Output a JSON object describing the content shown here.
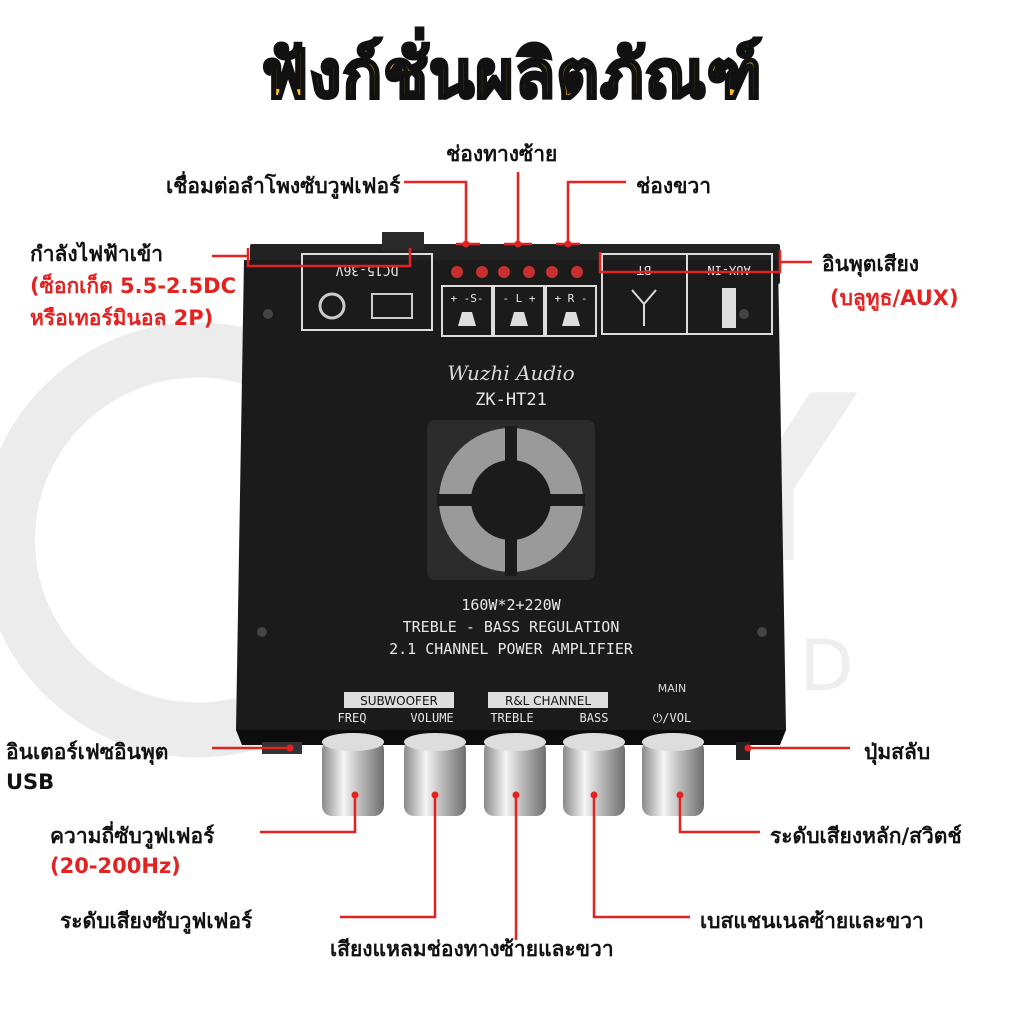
{
  "title": "ฟังก์ชั่นผลิตภัณฑ์",
  "watermark": {
    "brand": "SKY",
    "sub": "SOUND"
  },
  "callouts": {
    "subwoofer_out": "เชื่อมต่อลำโพงซับวูฟเฟอร์",
    "left_channel": "ช่องทางซ้าย",
    "right_channel": "ช่องขวา",
    "power_in": "กำลังไฟฟ้าเข้า",
    "power_in_detail_1": "(ซ็อกเก็ต 5.5-2.5DC",
    "power_in_detail_2": "หรือเทอร์มินอล 2P)",
    "audio_in": "อินพุตเสียง",
    "audio_in_detail": "(บลูทูธ/AUX)",
    "usb_1": "อินเตอร์เฟซอินพุต",
    "usb_2": "USB",
    "toggle": "ปุ่มสลับ",
    "sub_freq": "ความถี่ซับวูฟเฟอร์",
    "sub_freq_detail": "(20-200Hz)",
    "main_vol": "ระดับเสียงหลัก/สวิตช์",
    "sub_volume": "ระดับเสียงซับวูฟเฟอร์",
    "treble": "เสียงแหลมช่องทางซ้ายและขวา",
    "bass": "เบสแชนเนลซ้ายและขวา"
  },
  "device": {
    "brand": "Wuzhi Audio",
    "model": "ZK-HT21",
    "spec_1": "160W*2+220W",
    "spec_2": "TREBLE - BASS REGULATION",
    "spec_3": "2.1 CHANNEL POWER AMPLIFIER",
    "power_label": "DC15-36V",
    "bt_label": "BT",
    "aux_label": "AUX-IN",
    "sub_term": "+ -S-",
    "left_term": "- L +",
    "right_term": "+ R -",
    "group_sub": "SUBWOOFER",
    "group_rl": "R&L CHANNEL",
    "group_main": "MAIN",
    "knob_freq": "FREQ",
    "knob_volume": "VOLUME",
    "knob_treble": "TREBLE",
    "knob_bass": "BASS",
    "knob_vol": "⏻/VOL"
  },
  "colors": {
    "title": "#ffc21a",
    "accent": "#e32222",
    "device": "#1b1b1b"
  }
}
